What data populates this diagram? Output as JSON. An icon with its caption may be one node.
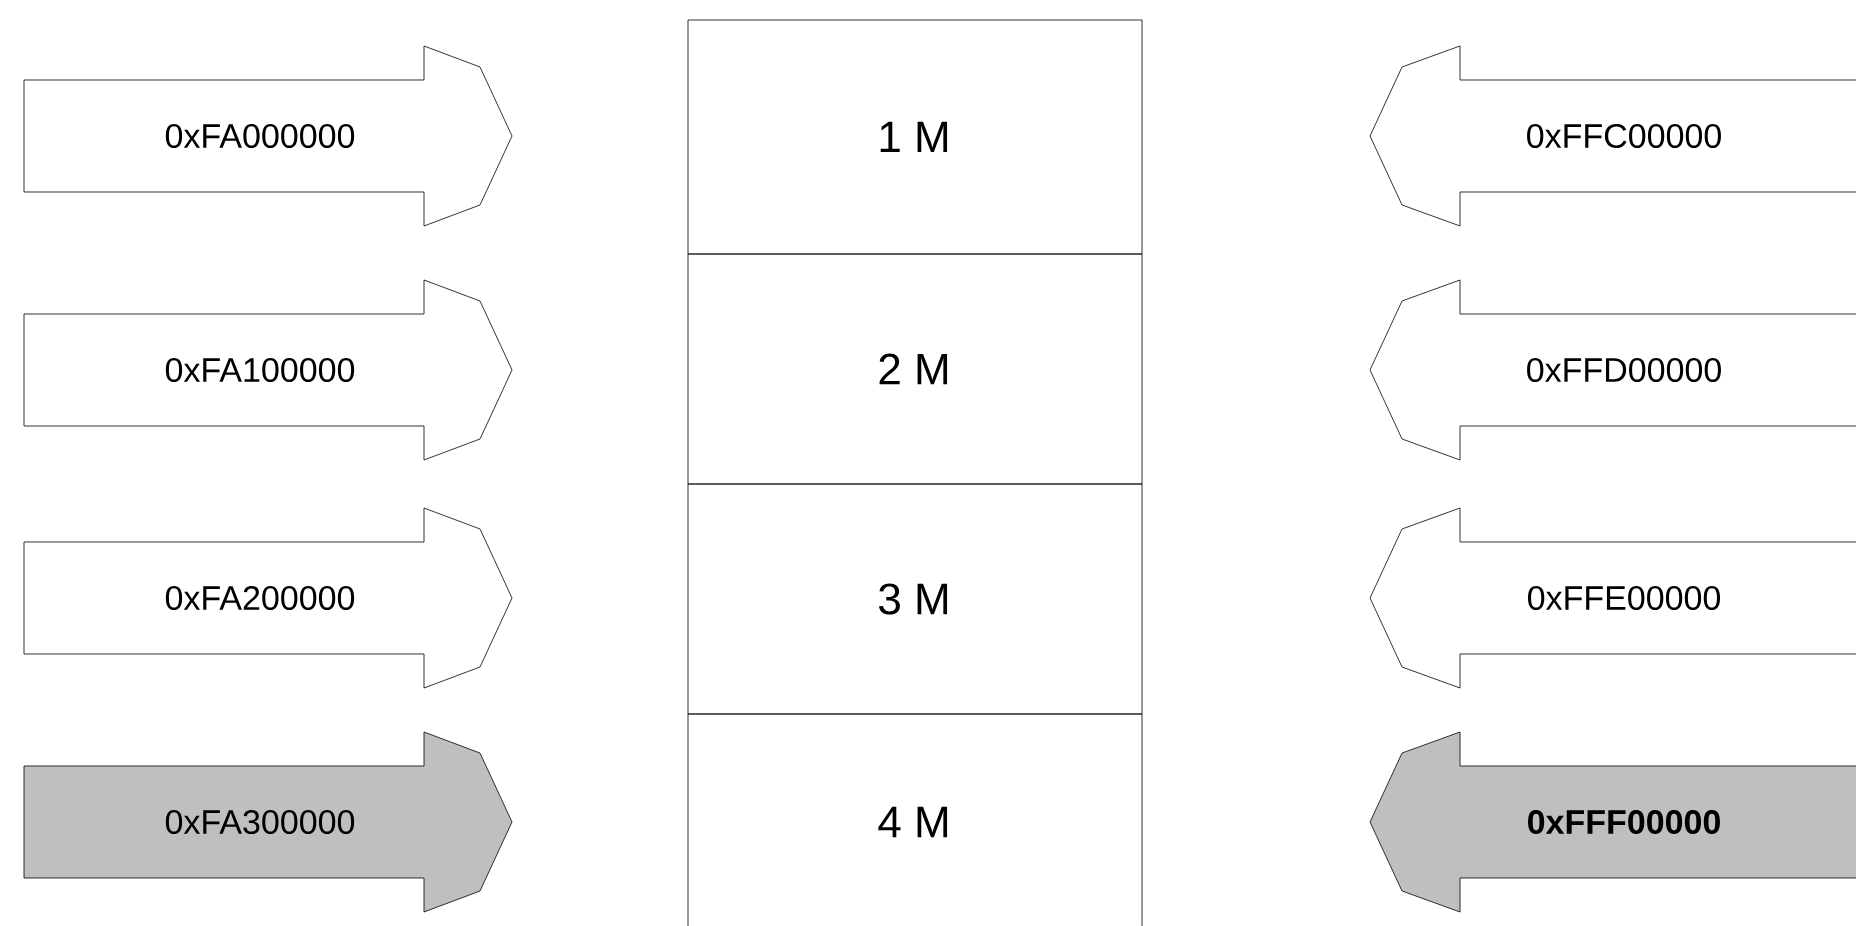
{
  "diagram": {
    "nodes": [
      {
        "text": [
          "0xFA000000"
        ]
      },
      {
        "text": [
          "0xFA100000"
        ]
      },
      {
        "text": [
          "0xFA200000"
        ]
      },
      {
        "text": [
          "0xFA300000"
        ]
      },
      {
        "text": [
          "1 M"
        ]
      },
      {
        "text": [
          "2 M"
        ]
      },
      {
        "text": [
          "3 M"
        ]
      },
      {
        "text": [
          "4 M"
        ]
      },
      {
        "text": [
          "0xFFC00000"
        ]
      },
      {
        "text": [
          "0xFFD00000"
        ]
      },
      {
        "text": [
          "0xFFE00000"
        ]
      },
      {
        "text": [
          "0xFFF00000"
        ]
      }
    ]
  }
}
